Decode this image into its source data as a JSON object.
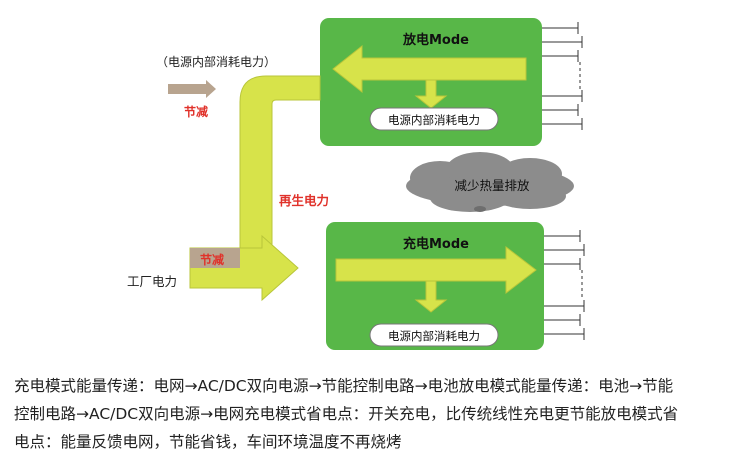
{
  "diagram": {
    "labels": {
      "internal_loss_top": "（电源内部消耗电力）",
      "reduction_top": "节减",
      "regenerated_power": "再生电力",
      "reduction_bottom": "节减",
      "factory_power": "工厂电力",
      "reduce_heat": "减少热量排放"
    },
    "discharge_panel": {
      "title": "放电Mode",
      "inner_label": "电源内部消耗电力"
    },
    "charge_panel": {
      "title": "充电Mode",
      "inner_label": "电源内部消耗电力"
    },
    "colors": {
      "panel_green": "#58b748",
      "arrow_yellow": "#d7e34a",
      "label_red": "#e0312a",
      "reduction_brown": "#b8a48f",
      "cloud_gray": "#8c8c8c"
    }
  },
  "caption": {
    "lines": [
      "充电模式能量传递：电网→AC/DC双向电源→节能控制电路→电池放电模式能量传递：电池→节能",
      "控制电路→AC/DC双向电源→电网充电模式省电点：开关充电，比传统线性充电更节能放电模式省",
      "电点：能量反馈电网，节能省钱，车间环境温度不再烧烤"
    ]
  }
}
